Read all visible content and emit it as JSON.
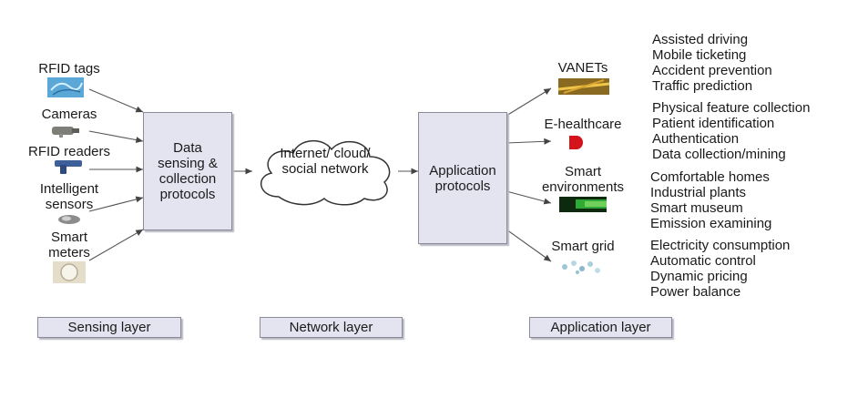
{
  "sensing": {
    "sources": [
      {
        "label": "RFID tags",
        "icon": "rfid-tag-icon"
      },
      {
        "label": "Cameras",
        "icon": "camera-icon"
      },
      {
        "label": "RFID readers",
        "icon": "rfid-reader-icon"
      },
      {
        "label": "Intelligent sensors",
        "icon": "sensor-icon"
      },
      {
        "label": "Smart meters",
        "icon": "smart-meter-icon"
      }
    ],
    "protocol_box": "Data sensing & collection protocols"
  },
  "network": {
    "cloud": "Internet/ cloud/ social network"
  },
  "application": {
    "protocol_box": "Application protocols",
    "domains": [
      {
        "label": "VANETs",
        "icon": "vehicle-network-icon",
        "uses": [
          "Assisted driving",
          "Mobile ticketing",
          "Accident prevention",
          "Traffic prediction"
        ]
      },
      {
        "label": "E-healthcare",
        "icon": "healthcare-icon",
        "uses": [
          "Physical feature collection",
          "Patient identification",
          "Authentication",
          "Data collection/mining"
        ]
      },
      {
        "label": "Smart environments",
        "icon": "smart-environment-icon",
        "uses": [
          "Comfortable homes",
          "Industrial plants",
          "Smart museum",
          "Emission examining"
        ]
      },
      {
        "label": "Smart grid",
        "icon": "smart-grid-icon",
        "uses": [
          "Electricity consumption",
          "Automatic control",
          "Dynamic pricing",
          "Power balance"
        ]
      }
    ]
  },
  "layers": [
    "Sensing layer",
    "Network layer",
    "Application layer"
  ],
  "colors": {
    "box_fill": "#e4e4f1",
    "box_border": "#8a8a98",
    "line": "#555555"
  }
}
